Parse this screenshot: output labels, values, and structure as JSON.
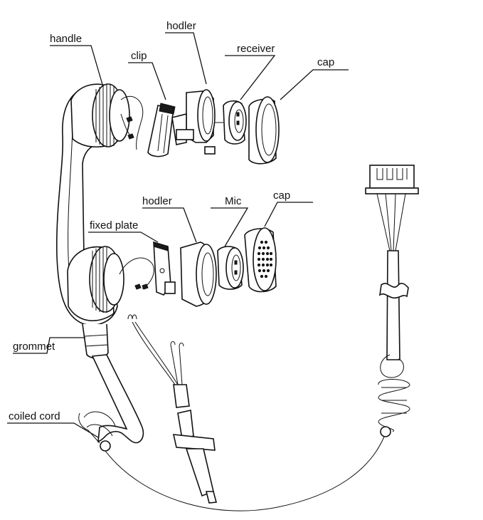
{
  "labels": {
    "handle": "handle",
    "clip": "clip",
    "holder_top": "hodler",
    "receiver": "receiver",
    "cap_top": "cap",
    "holder_bottom": "hodler",
    "mic": "Mic",
    "cap_bottom": "cap",
    "fixed_plate": "fixed plate",
    "grommet": "grommet",
    "coiled_cord": "coiled cord"
  },
  "colors": {
    "line": "#111111",
    "background": "#ffffff"
  }
}
